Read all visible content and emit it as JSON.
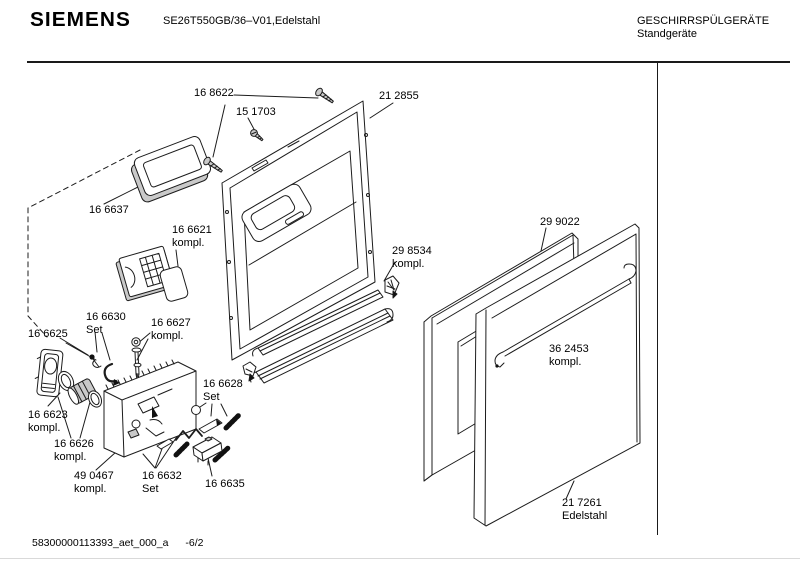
{
  "header": {
    "brand": "SIEMENS",
    "model": "SE26T550GB/36–V01,Edelstahl",
    "product_line": "GESCHIRRSPÜLGERÄTE",
    "product_type": "Standgeräte"
  },
  "footer": {
    "document_id": "58300000113393_aet_000_a",
    "page_ref": "-6/2"
  },
  "colors": {
    "line": "#1c1c1c",
    "shade": "#c9c9c9",
    "background": "#ffffff"
  },
  "diagram": {
    "description": "Exploded view of dishwasher door assembly",
    "parts": [
      {
        "id": "16 8622",
        "lines": [
          "16 8622",
          ""
        ]
      },
      {
        "id": "15 1703",
        "lines": [
          "15 1703",
          ""
        ]
      },
      {
        "id": "21 2855",
        "lines": [
          "21 2855",
          ""
        ]
      },
      {
        "id": "16 6637",
        "lines": [
          "16 6637",
          ""
        ]
      },
      {
        "id": "16 6621",
        "lines": [
          "16 6621",
          "kompl."
        ]
      },
      {
        "id": "16 6630",
        "lines": [
          "16 6630",
          "Set"
        ]
      },
      {
        "id": "16 6627",
        "lines": [
          "16 6627",
          "kompl."
        ]
      },
      {
        "id": "16 6625",
        "lines": [
          "16 6625",
          ""
        ]
      },
      {
        "id": "16 6623",
        "lines": [
          "16 6623",
          "kompl."
        ]
      },
      {
        "id": "16 6626",
        "lines": [
          "16 6626",
          "kompl."
        ]
      },
      {
        "id": "49 0467",
        "lines": [
          "49 0467",
          "kompl."
        ]
      },
      {
        "id": "16 6632",
        "lines": [
          "16 6632",
          "Set"
        ]
      },
      {
        "id": "16 6635",
        "lines": [
          "16 6635",
          ""
        ]
      },
      {
        "id": "16 6628",
        "lines": [
          "16 6628",
          "Set"
        ]
      },
      {
        "id": "29 8534",
        "lines": [
          "29 8534",
          "kompl."
        ]
      },
      {
        "id": "29 9022",
        "lines": [
          "29 9022",
          ""
        ]
      },
      {
        "id": "36 2453",
        "lines": [
          "36 2453",
          "kompl."
        ]
      },
      {
        "id": "21 7261",
        "lines": [
          "21 7261",
          "Edelstahl"
        ]
      }
    ]
  }
}
